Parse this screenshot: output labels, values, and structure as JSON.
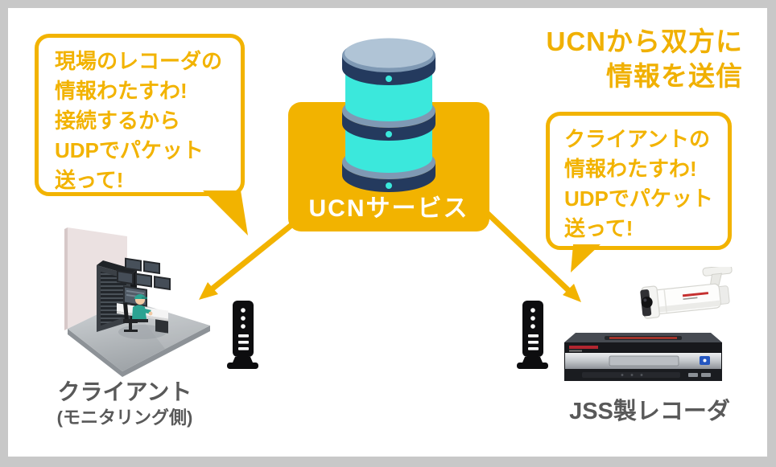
{
  "colors": {
    "accent": "#f2b300",
    "label_gray": "#595959",
    "db_navy": "#243a5e",
    "db_cyan": "#3be8dc",
    "db_slate": "#7f99b4"
  },
  "headline": {
    "line1": "UCNから双方に",
    "line2": "情報を送信"
  },
  "center": {
    "label": "UCNサービス",
    "icon": "database-icon"
  },
  "bubbles": {
    "left": {
      "lines": [
        "現場のレコーダの",
        "情報わたすわ!",
        "接続するから",
        "UDPでパケット",
        "送って!"
      ]
    },
    "right": {
      "lines": [
        "クライアントの",
        "情報わたすわ!",
        "UDPでパケット",
        "送って!"
      ]
    }
  },
  "nodes": {
    "client": {
      "label": "クライアント",
      "sublabel": "(モニタリング側)"
    },
    "recorder": {
      "label": "JSS製レコーダ"
    }
  }
}
